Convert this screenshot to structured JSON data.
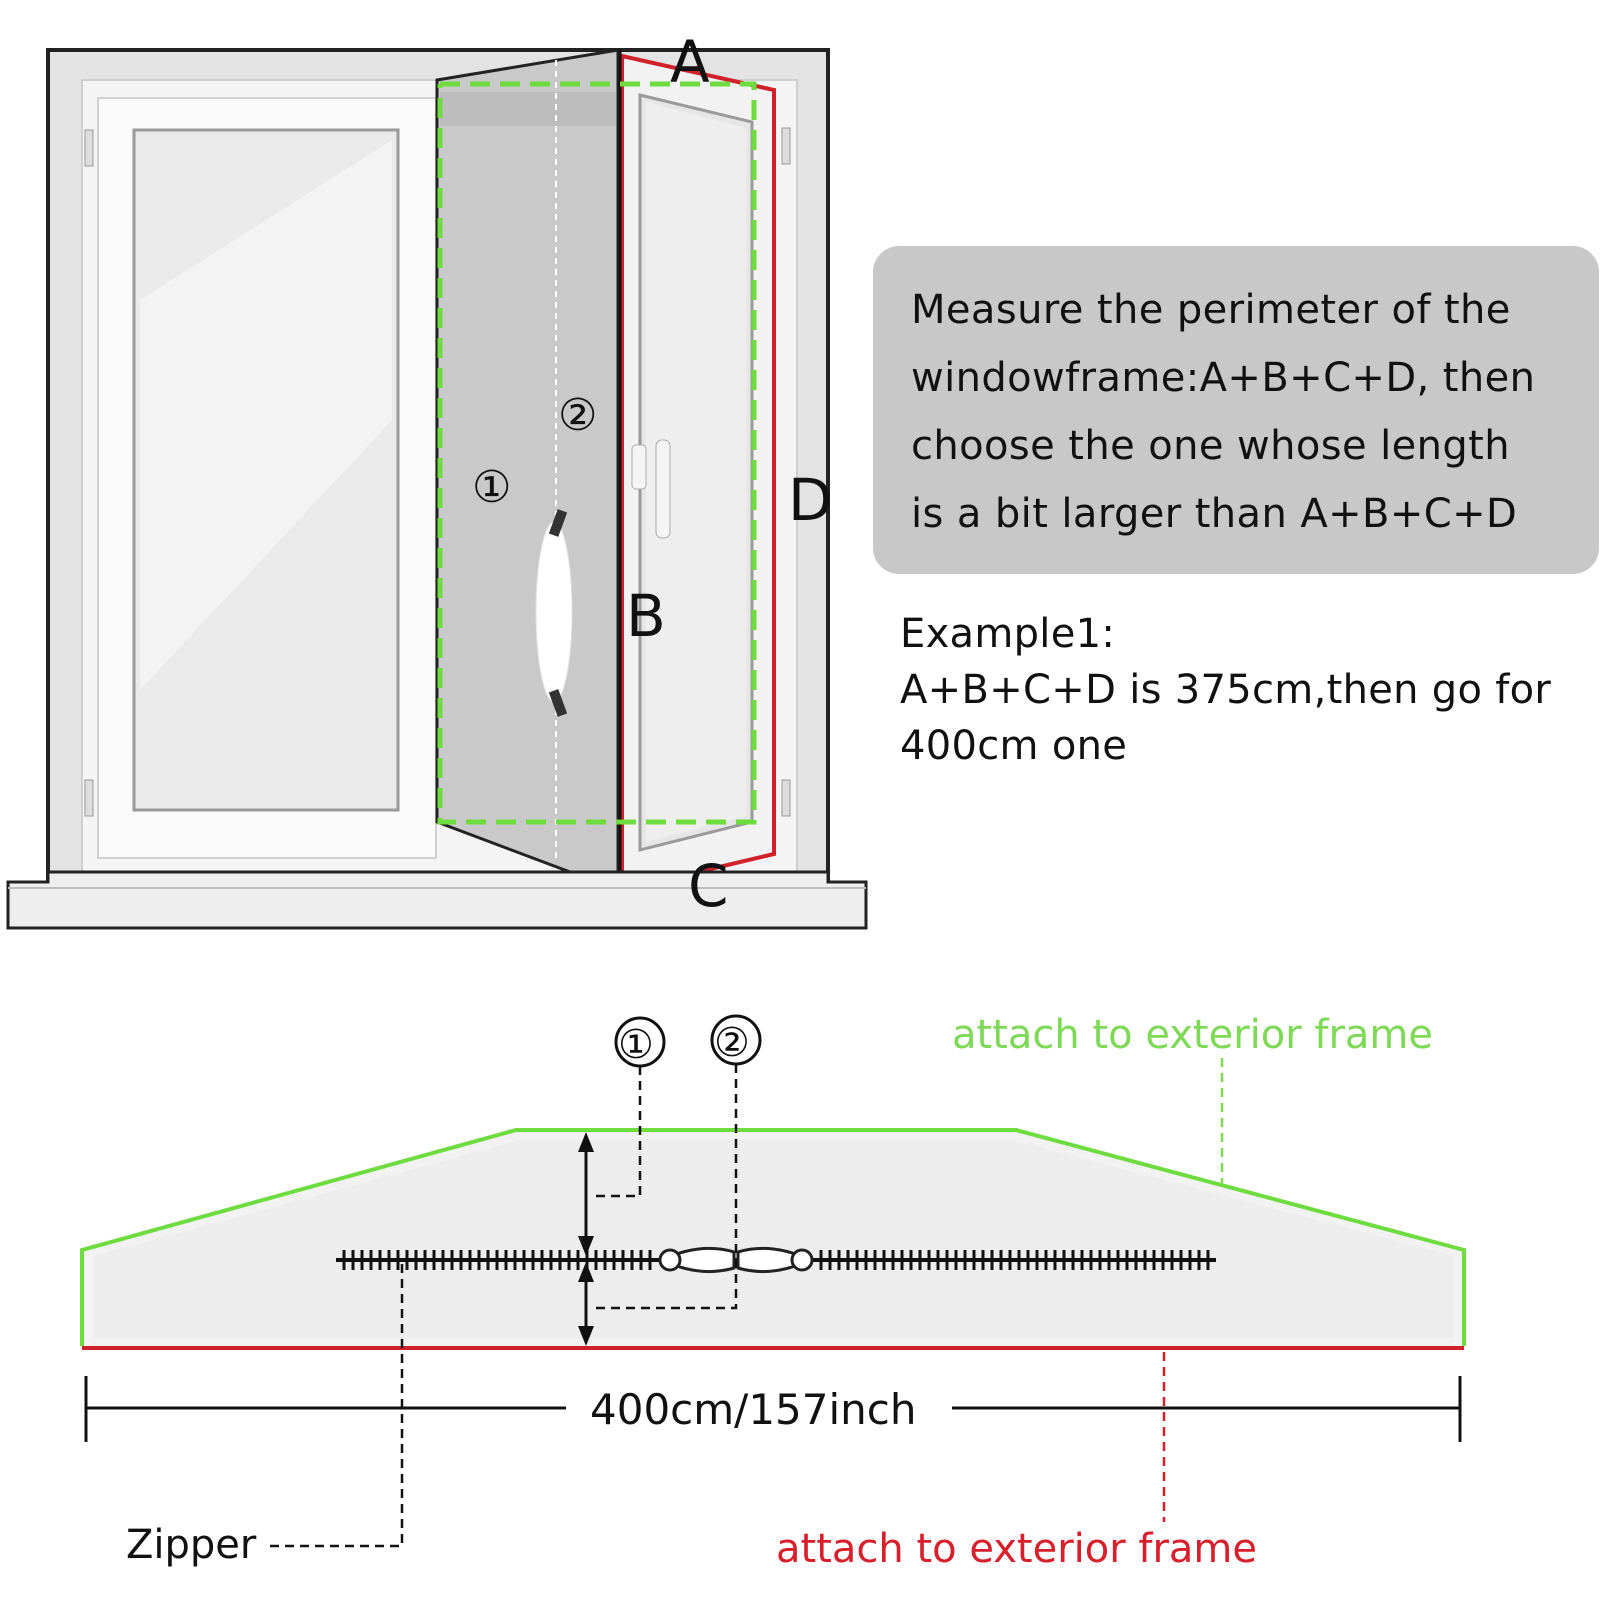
{
  "letters": {
    "a": "A",
    "b": "B",
    "c": "C",
    "d": "D"
  },
  "markers": {
    "one": "①",
    "two": "②"
  },
  "note": {
    "lines": [
      "Measure the perimeter of the",
      "windowframe:A+B+C+D, then",
      "choose the one whose length",
      "is a bit larger than A+B+C+D"
    ]
  },
  "example": {
    "title": "Example1:",
    "line1": "A+B+C+D is 375cm,then go for",
    "line2": "400cm one"
  },
  "labels": {
    "top_attach": "attach to exterior frame",
    "bottom_attach": "attach to exterior frame",
    "dimension": "400cm/157inch",
    "zipper": "Zipper"
  },
  "colors": {
    "green": "#6edc3e",
    "red": "#d0202a",
    "top_attach_text": "#7ed957",
    "bottom_attach_text": "#d7202b"
  }
}
